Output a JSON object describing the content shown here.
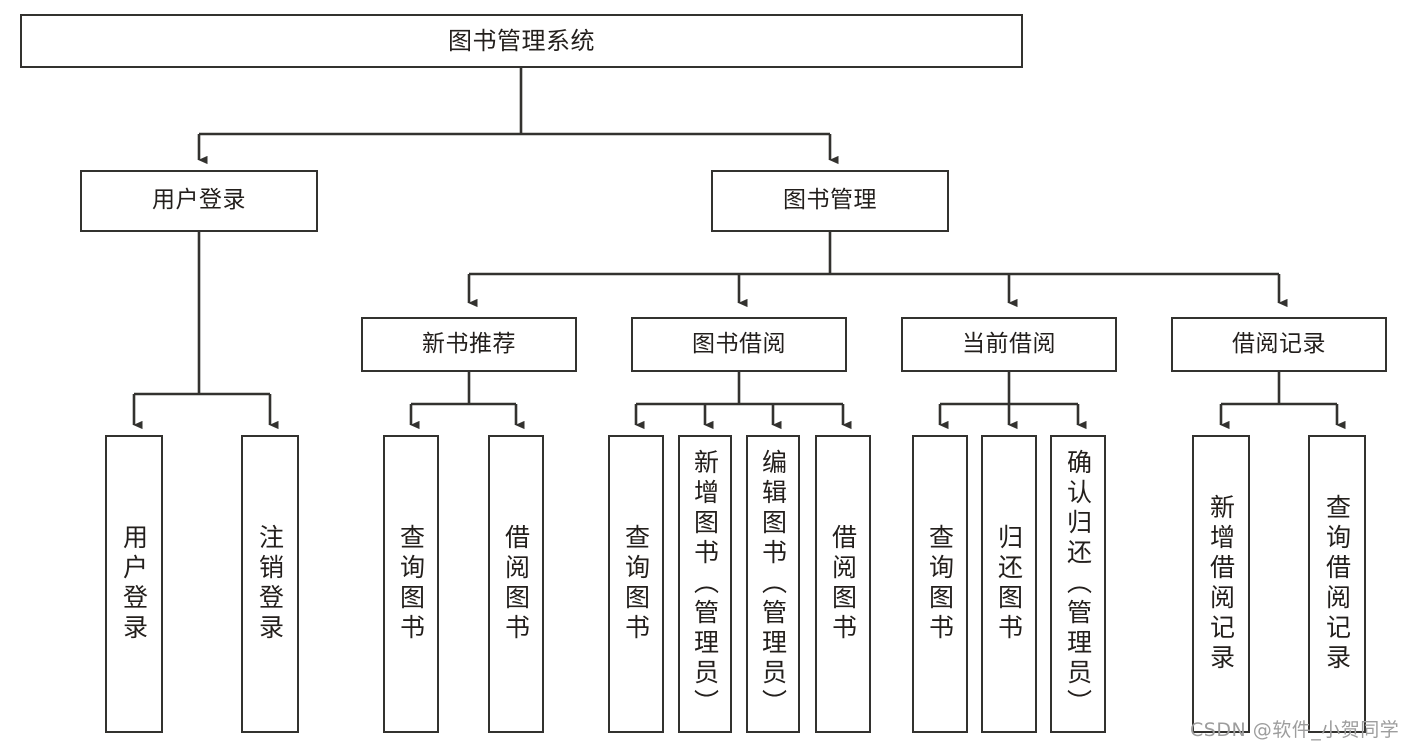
{
  "diagram": {
    "title": "图书管理系统",
    "type": "tree-hierarchy",
    "root": {
      "id": "root",
      "label": "图书管理系统"
    },
    "level2": [
      {
        "id": "user-login",
        "label": "用户登录"
      },
      {
        "id": "book-manage",
        "label": "图书管理"
      }
    ],
    "level3": [
      {
        "id": "new-book-rec",
        "label": "新书推荐",
        "parent": "book-manage"
      },
      {
        "id": "book-borrow",
        "label": "图书借阅",
        "parent": "book-manage"
      },
      {
        "id": "current-borrow",
        "label": "当前借阅",
        "parent": "book-manage"
      },
      {
        "id": "borrow-record",
        "label": "借阅记录",
        "parent": "book-manage"
      }
    ],
    "leaves": {
      "user-login": [
        {
          "id": "leaf-user-login",
          "label": "用户登录"
        },
        {
          "id": "leaf-logout",
          "label": "注销登录"
        }
      ],
      "new-book-rec": [
        {
          "id": "leaf-query-book-1",
          "label": "查询图书"
        },
        {
          "id": "leaf-borrow-book-1",
          "label": "借阅图书"
        }
      ],
      "book-borrow": [
        {
          "id": "leaf-query-book-2",
          "label": "查询图书"
        },
        {
          "id": "leaf-add-book",
          "label": "新增图书（管理员）"
        },
        {
          "id": "leaf-edit-book",
          "label": "编辑图书（管理员）"
        },
        {
          "id": "leaf-borrow-book-2",
          "label": "借阅图书"
        }
      ],
      "current-borrow": [
        {
          "id": "leaf-query-book-3",
          "label": "查询图书"
        },
        {
          "id": "leaf-return-book",
          "label": "归还图书"
        },
        {
          "id": "leaf-confirm-return",
          "label": "确认归还（管理员）"
        }
      ],
      "borrow-record": [
        {
          "id": "leaf-add-record",
          "label": "新增借阅记录"
        },
        {
          "id": "leaf-query-record",
          "label": "查询借阅记录"
        }
      ]
    }
  },
  "watermark": {
    "text": "CSDN @软件_小贺同学"
  },
  "colors": {
    "border": "#33322f",
    "text": "#231f1c",
    "background": "#ffffff",
    "watermark": "#9d9d9d"
  }
}
